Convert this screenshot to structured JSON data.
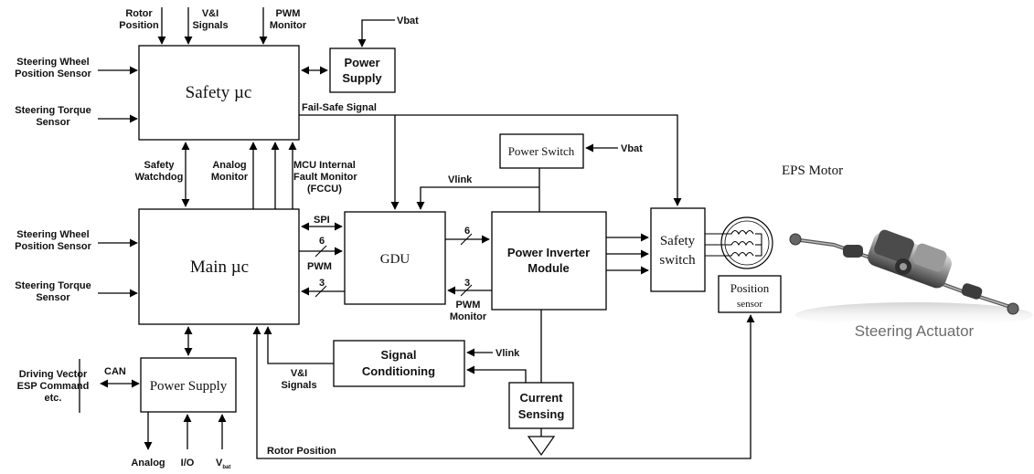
{
  "blocks": {
    "safety_uc": "Safety µc",
    "main_uc": "Main  µc",
    "power_supply_top_line1": "Power",
    "power_supply_top_line2": "Supply",
    "power_supply_bottom": "Power Supply",
    "gdu": "GDU",
    "power_inverter_line1": "Power Inverter",
    "power_inverter_line2": "Module",
    "power_switch": "Power Switch",
    "safety_switch_line1": "Safety",
    "safety_switch_line2": "switch",
    "signal_cond_line1": "Signal",
    "signal_cond_line2": "Conditioning",
    "current_sensing_line1": "Current",
    "current_sensing_line2": "Sensing",
    "position_sensor_line1": "Position",
    "position_sensor_line2": "sensor"
  },
  "labels": {
    "rotor_position_top_1": "Rotor",
    "rotor_position_top_2": "Position",
    "vi_signals_top_1": "V&I",
    "vi_signals_top_2": "Signals",
    "pwm_monitor_top_1": "PWM",
    "pwm_monitor_top_2": "Monitor",
    "vbat_top": "Vbat",
    "sw_pos_sensor_1a": "Steering Wheel",
    "sw_pos_sensor_1b": "Position Sensor",
    "torque_sensor_1a": "Steering Torque",
    "torque_sensor_1b": "Sensor",
    "sw_pos_sensor_2a": "Steering Wheel",
    "sw_pos_sensor_2b": "Position Sensor",
    "torque_sensor_2a": "Steering Torque",
    "torque_sensor_2b": "Sensor",
    "fail_safe": "Fail-Safe Signal",
    "safety_watchdog_1": "Safety",
    "safety_watchdog_2": "Watchdog",
    "analog_monitor_1": "Analog",
    "analog_monitor_2": "Monitor",
    "mcu_fault_1": "MCU Internal",
    "mcu_fault_2": "Fault Monitor",
    "mcu_fault_3": "(FCCU)",
    "vlink_top": "Vlink",
    "vbat_switch": "Vbat",
    "eps_motor": "EPS Motor",
    "spi": "SPI",
    "bus6_left": "6",
    "pwm_left": "PWM",
    "bus3_left": "3",
    "bus6_right": "6",
    "bus3_right": "3",
    "pwm_monitor_right_1": "PWM",
    "pwm_monitor_right_2": "Monitor",
    "vlink_signal": "Vlink",
    "vi_signals_bottom_1": "V&I",
    "vi_signals_bottom_2": "Signals",
    "can": "CAN",
    "driving_vector_1": "Driving Vector",
    "driving_vector_2": "ESP Command",
    "driving_vector_3": "etc.",
    "analog_bottom": "Analog",
    "io_bottom": "I/O",
    "vbat_bottom_main": "V",
    "vbat_bottom_sub": "bat",
    "rotor_position_bottom": "Rotor Position",
    "steering_actuator": "Steering Actuator"
  }
}
